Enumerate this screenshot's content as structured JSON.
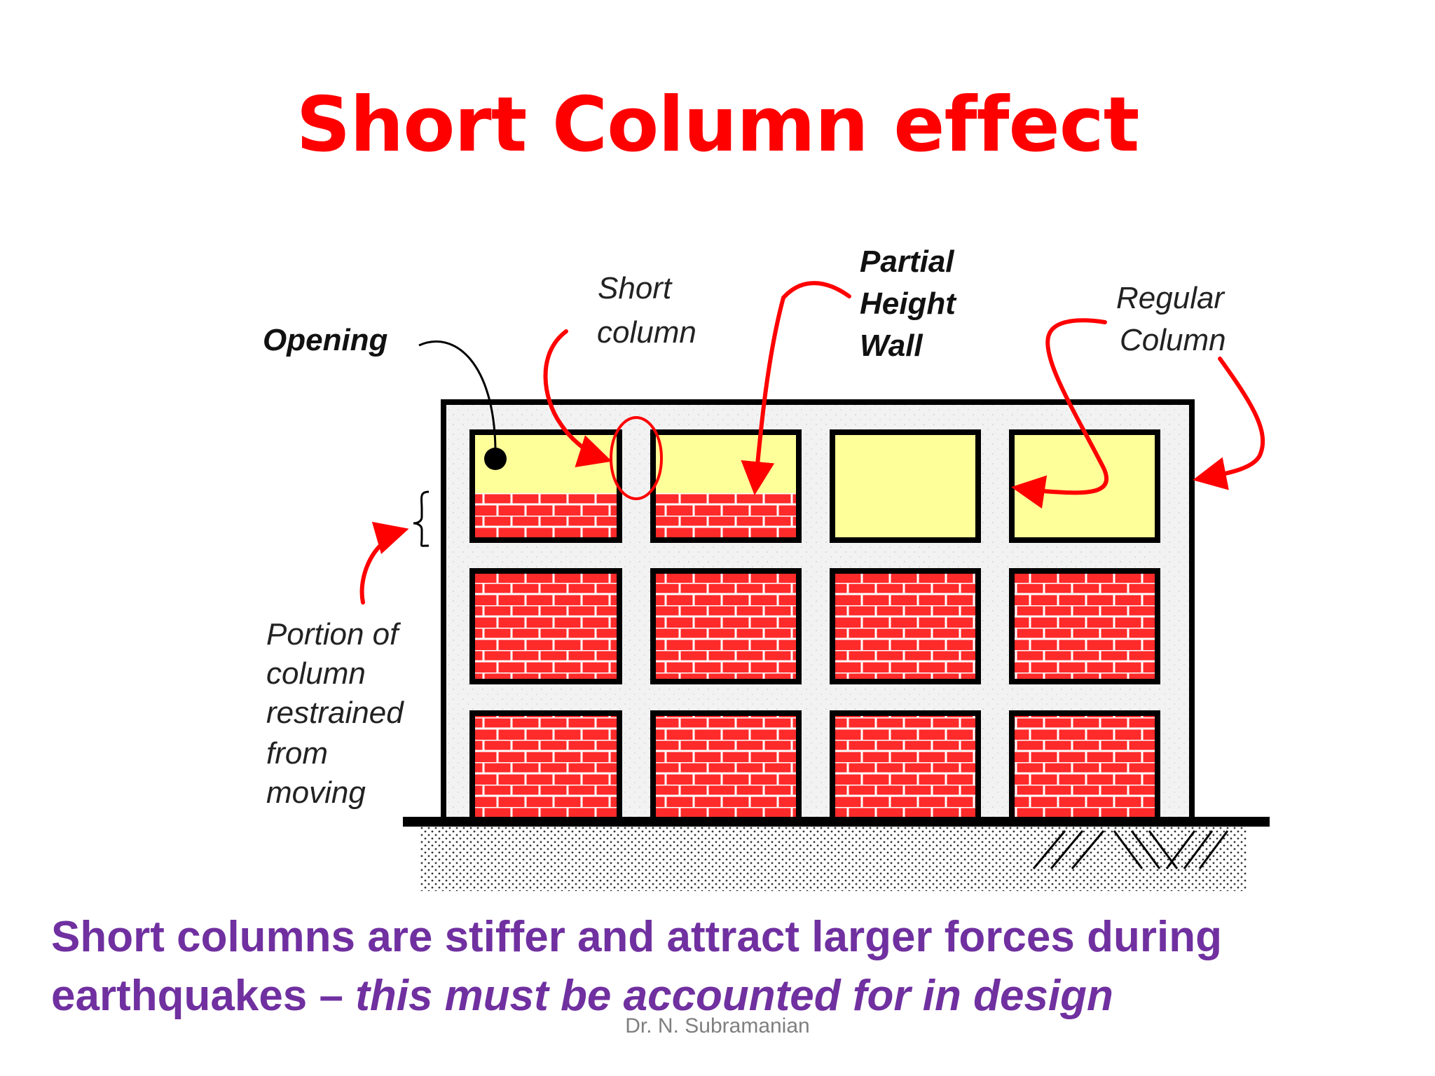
{
  "title": "Short Column effect",
  "diagram": {
    "labels": {
      "opening": "Opening",
      "short_column": [
        "Short",
        "column"
      ],
      "partial_height_wall": [
        "Partial",
        "Height",
        "Wall"
      ],
      "regular_column": [
        "Regular",
        "Column"
      ],
      "restrained_portion": [
        "Portion of",
        "column",
        "restrained",
        "from",
        "moving"
      ]
    },
    "colors": {
      "frame": "#f2f2f2",
      "opening": "#ffff99",
      "brick": "#ff2a2a",
      "mortar": "#ffffff",
      "arrow": "#ff0000",
      "outline": "#000000"
    }
  },
  "caption": {
    "normal": "Short columns are stiffer and attract larger forces during earthquakes – ",
    "italic": "this must be accounted for in design"
  },
  "author": "Dr. N. Subramanian"
}
